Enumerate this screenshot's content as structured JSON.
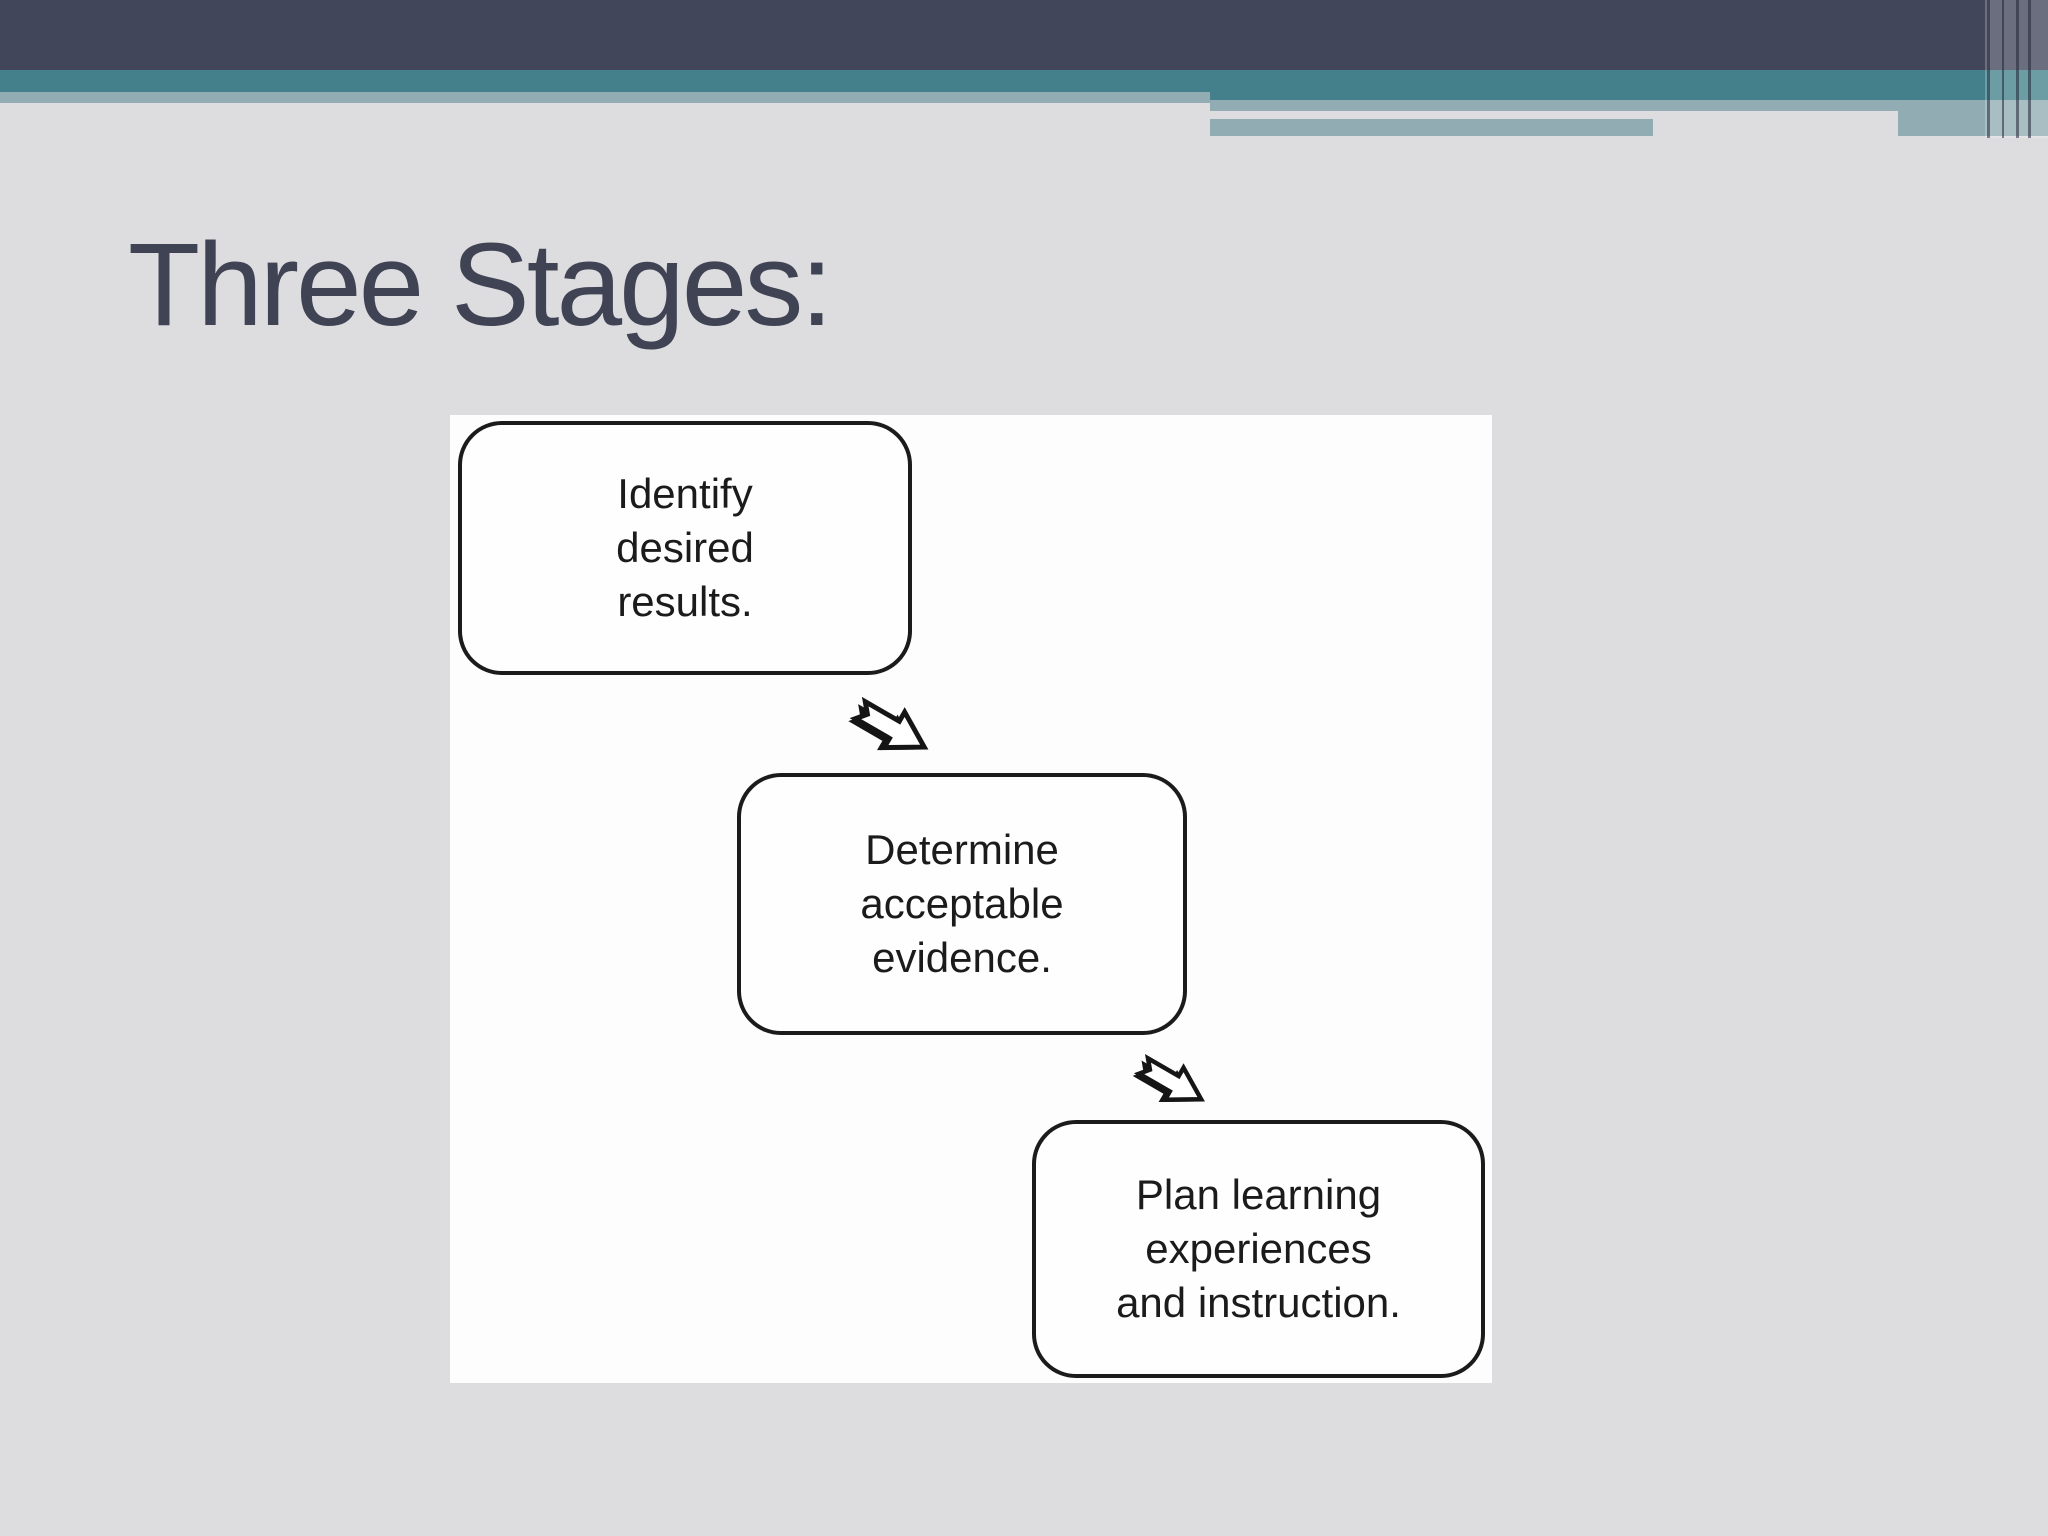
{
  "slide": {
    "title": "Three Stages:"
  },
  "diagram": {
    "type": "flowchart",
    "description": "Three stage boxes connected by down-right block arrows",
    "stages": [
      {
        "label": "Identify desired results.",
        "lines": [
          "Identify",
          "desired",
          "results."
        ]
      },
      {
        "label": "Determine acceptable evidence.",
        "lines": [
          "Determine",
          "acceptable",
          "evidence."
        ]
      },
      {
        "label": "Plan learning experiences and instruction.",
        "lines": [
          "Plan learning",
          "experiences",
          "and instruction."
        ]
      }
    ],
    "connectors": [
      {
        "from": 1,
        "to": 2,
        "shape": "block-arrow-down-right"
      },
      {
        "from": 2,
        "to": 3,
        "shape": "block-arrow-down-right"
      }
    ]
  },
  "colors": {
    "header_bar": "#42465A",
    "teal_stripe": "#43808B",
    "blue_gray_stripe": "#91ACB2",
    "background": "#DDDDE0",
    "panel": "#FDFDFD",
    "box_ink": "#1B1B1B",
    "title_text": "#3F4354"
  }
}
